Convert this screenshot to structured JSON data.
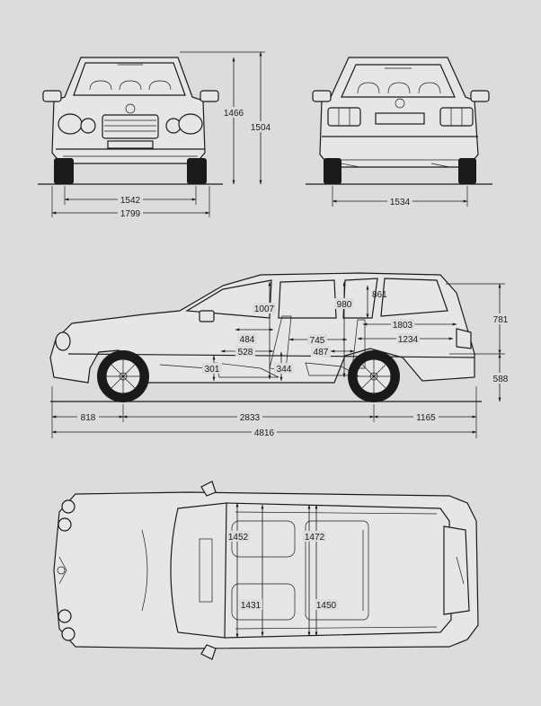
{
  "front": {
    "height": "1466",
    "height_mirrors": "1504",
    "track": "1542",
    "width": "1799"
  },
  "rear": {
    "track": "1534"
  },
  "side": {
    "seat_front_headroom": "1007",
    "seat_rear_headroom": "980",
    "cargo_height": "861",
    "cargo_length_upper": "1803",
    "cargo_length_lower": "1234",
    "roof_height": "781",
    "front_seat_offset": "484",
    "front_seat_legroom": "528",
    "rear_leg": "745",
    "rear_seat_offset": "487",
    "front_seat_height": "301",
    "rear_seat_height": "344",
    "body_height": "588",
    "front_overhang": "818",
    "wheelbase": "2833",
    "rear_overhang": "1165",
    "length": "4816"
  },
  "top": {
    "front_shoulder": "1452",
    "rear_shoulder": "1472",
    "front_hip": "1431",
    "rear_hip": "1450"
  }
}
